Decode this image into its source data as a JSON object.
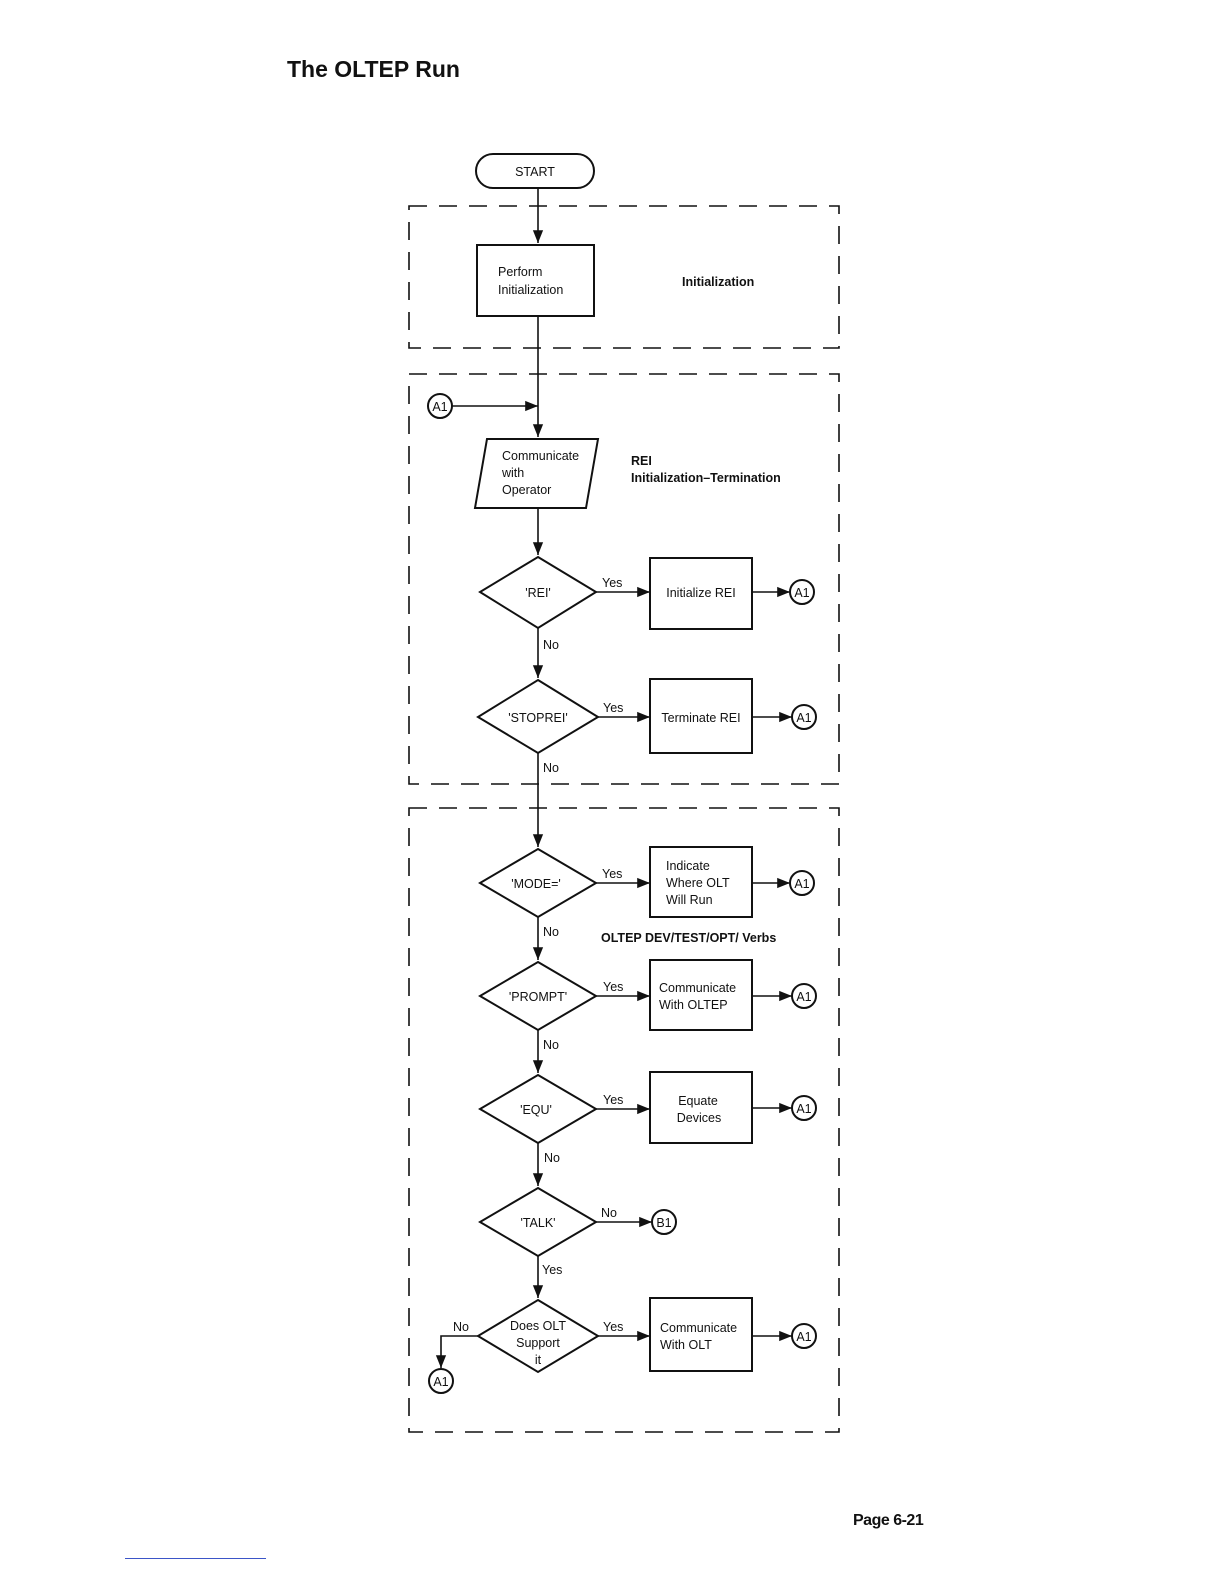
{
  "page": {
    "title": "The OLTEP Run",
    "page_number": "Page 6-21"
  },
  "flowchart": {
    "start": "START",
    "sections": {
      "initialization": "Initialization",
      "rei_title": "REI",
      "rei_subtitle": "Initialization–Termination",
      "verbs": "OLTEP DEV/TEST/OPT/ Verbs"
    },
    "process": {
      "init_line1": "Perform",
      "init_line2": "Initialization",
      "comm_op_line1": "Communicate",
      "comm_op_line2": "with",
      "comm_op_line3": "Operator",
      "init_rei": "Initialize REI",
      "term_rei": "Terminate REI",
      "indicate_line1": "Indicate",
      "indicate_line2": "Where  OLT",
      "indicate_line3": "Will  Run",
      "comm_oltep_line1": "Communicate",
      "comm_oltep_line2": "With OLTEP",
      "equate_line1": "Equate",
      "equate_line2": "Devices",
      "comm_olt_line1": "Communicate",
      "comm_olt_line2": "With OLT"
    },
    "decisions": {
      "rei": "'REI'",
      "stoprei": "'STOPREI'",
      "mode": "'MODE='",
      "prompt": "'PROMPT'",
      "equ": "'EQU'",
      "talk": "'TALK'",
      "support_line1": "Does OLT",
      "support_line2": "Support",
      "support_line3": "it"
    },
    "branch_labels": {
      "yes": "Yes",
      "no": "No"
    },
    "connectors": {
      "a1": "A1",
      "b1": "B1"
    }
  }
}
